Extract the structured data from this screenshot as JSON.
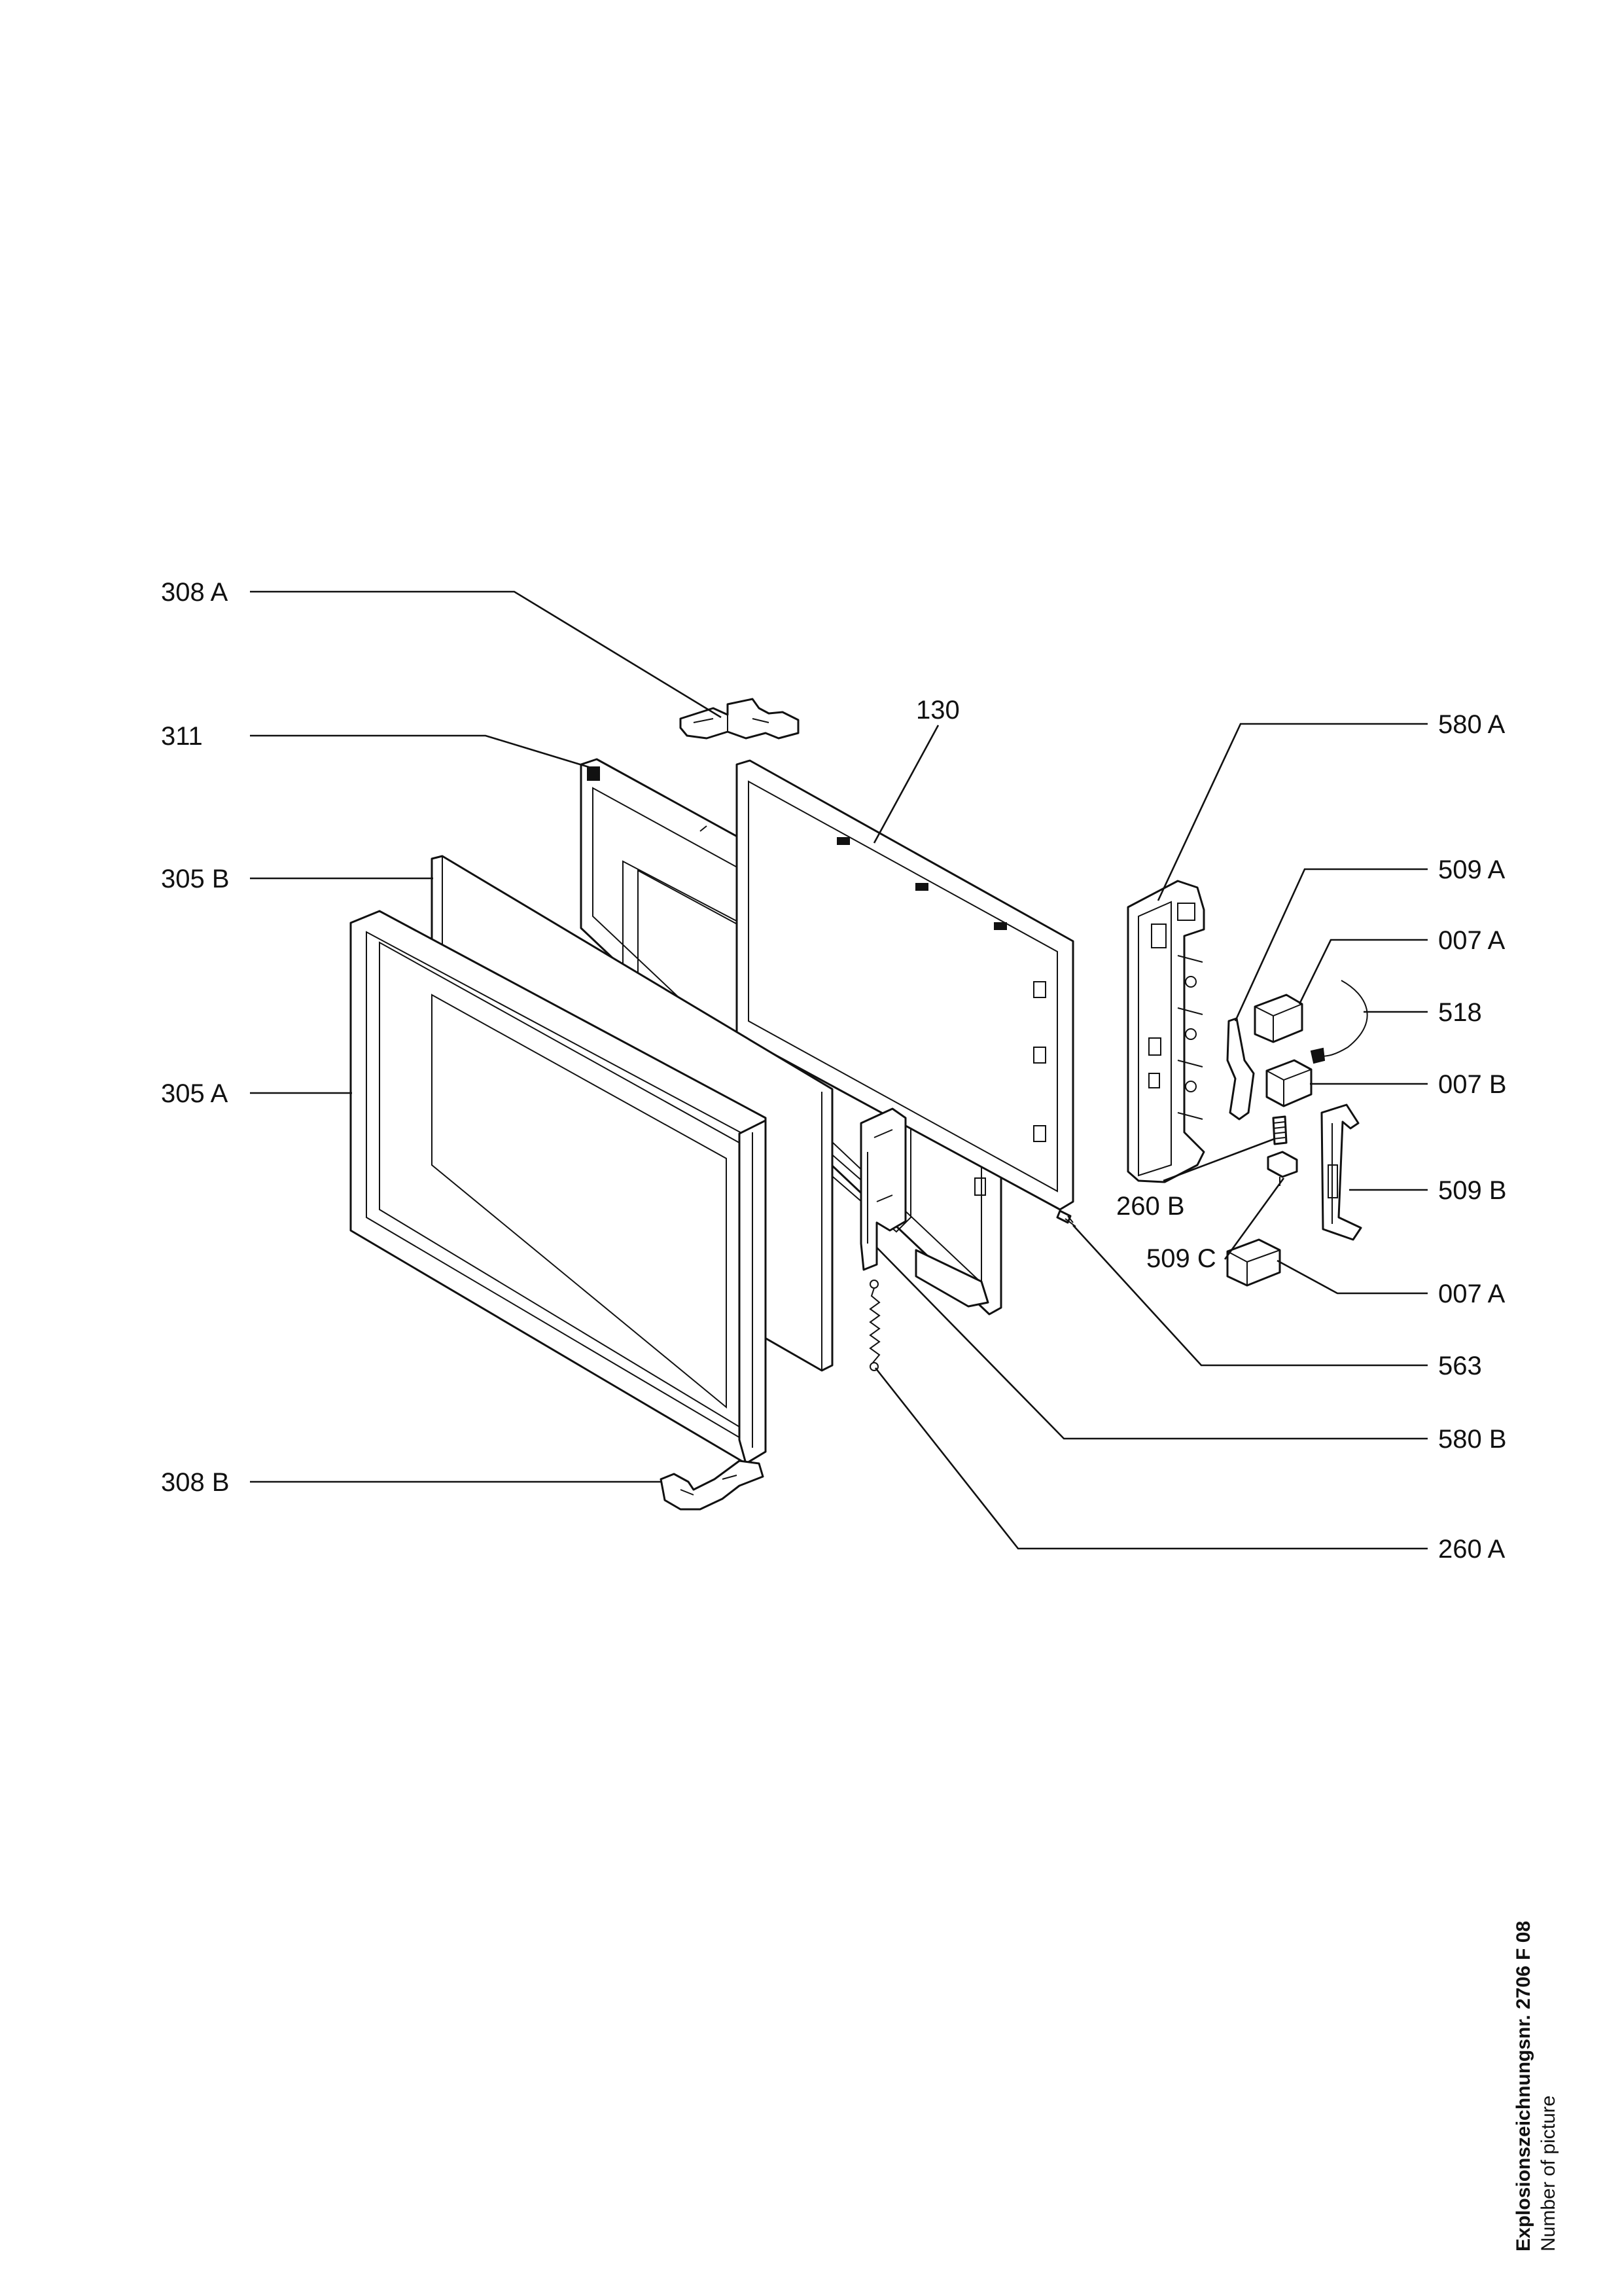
{
  "labels": {
    "l308a": "308 A",
    "l311": "311",
    "l305b": "305 B",
    "l305a": "305 A",
    "l308b": "308 B",
    "l130": "130",
    "l580a": "580 A",
    "l509a": "509 A",
    "l007a_top": "007 A",
    "l518": "518",
    "l007b": "007 B",
    "l260b": "260 B",
    "l509b": "509 B",
    "l509c": "509 C",
    "l007a_bottom": "007 A",
    "l563": "563",
    "l580b": "580 B",
    "l260a": "260 A"
  },
  "caption": {
    "line1": "Explosionszeichnungsnr. 2706 F 08",
    "line2": "Number of picture"
  }
}
